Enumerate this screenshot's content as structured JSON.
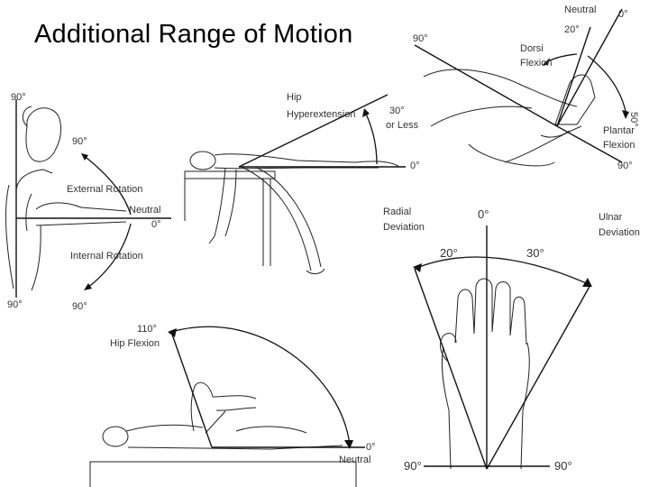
{
  "title": "Additional Range of Motion",
  "ankle": {
    "neutral": "Neutral",
    "zero": "0°",
    "twenty": "20°",
    "ninety_top": "90°",
    "dorsi_1": "Dorsi",
    "dorsi_2": "Flexion",
    "fifty": "50°",
    "plantar_1": "Plantar",
    "plantar_2": "Flexion",
    "ninety_bottom": "90°"
  },
  "hip_ext": {
    "hip": "Hip",
    "hyper": "Hyperextension",
    "thirty": "30°",
    "or_less": "or Less",
    "zero": "0°"
  },
  "shoulder": {
    "ninety_top": "90°",
    "ninety_mid": "90°",
    "external": "External Rotation",
    "neutral": "Neutral",
    "zero": "0°",
    "internal": "Internal Rotation",
    "ninety_bl": "90°",
    "ninety_br": "90°"
  },
  "wrist": {
    "radial_1": "Radial",
    "radial_2": "Deviation",
    "zero": "0°",
    "ulnar_1": "Ulnar",
    "ulnar_2": "Deviation",
    "twenty": "20°",
    "thirty": "30°",
    "ninety_left": "90°",
    "ninety_right": "90°"
  },
  "hip_flex": {
    "one_ten": "110°",
    "label": "Hip Flexion",
    "zero": "0°",
    "neutral": "Neutral"
  },
  "icons": [
    "ankle-figure",
    "prone-figure",
    "shoulder-figure",
    "hand-figure",
    "supine-figure"
  ],
  "colors": {
    "line": "#111111",
    "label": "#333333",
    "background": "#ffffff"
  }
}
